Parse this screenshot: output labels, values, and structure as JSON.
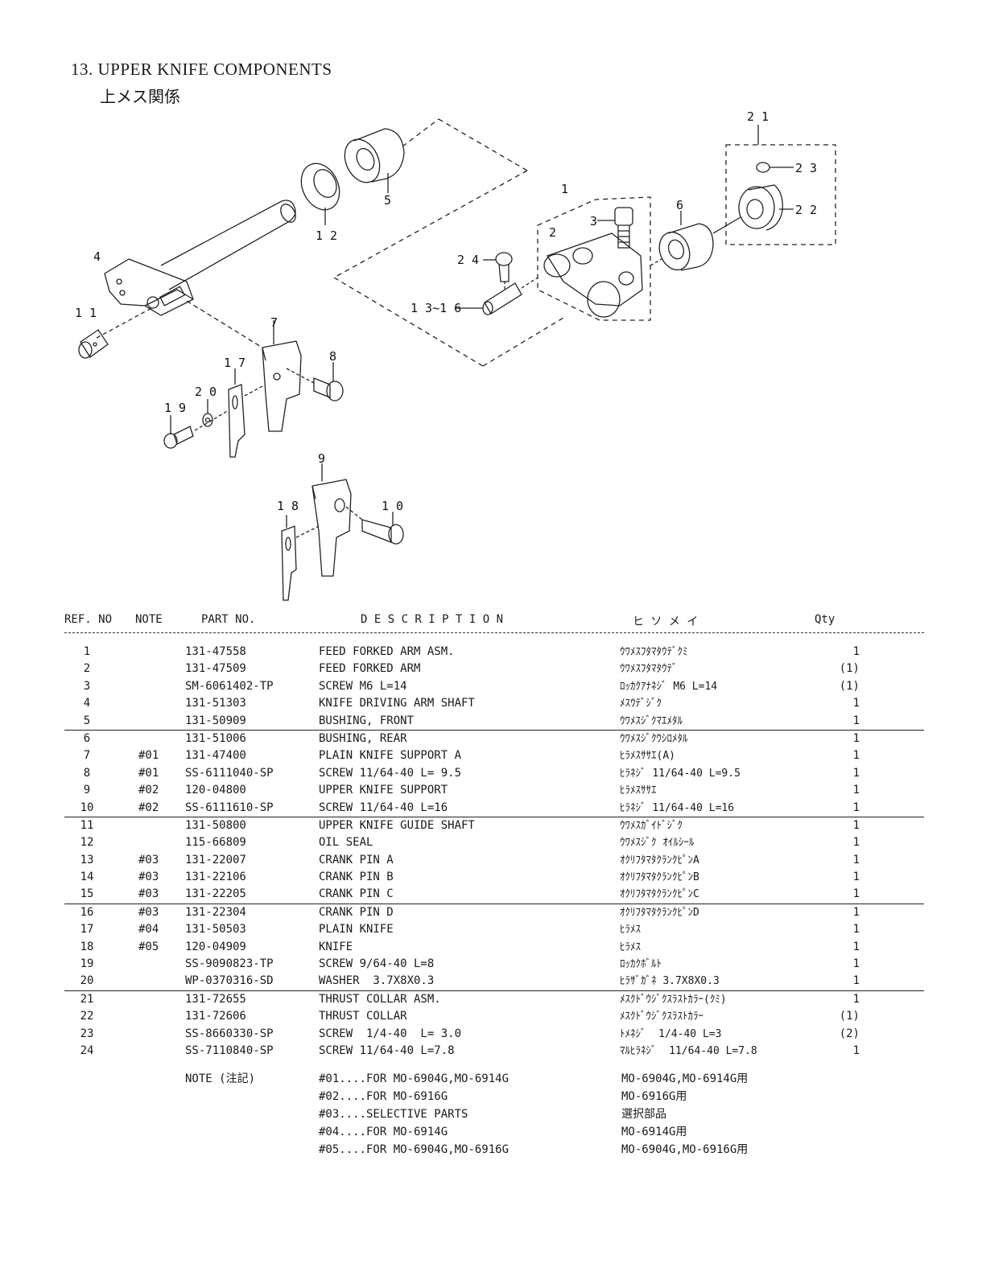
{
  "title": "13. UPPER KNIFE COMPONENTS",
  "subtitle": "上メス関係",
  "callouts": {
    "c1": "1",
    "c2": "2",
    "c3": "3",
    "c4": "4",
    "c5": "5",
    "c6": "6",
    "c7": "7",
    "c8": "8",
    "c9": "9",
    "c10": "1 0",
    "c11": "1 1",
    "c12": "1 2",
    "c1316": "1 3~1 6",
    "c17": "1 7",
    "c18": "1 8",
    "c19": "1 9",
    "c20": "2 0",
    "c21": "2 1",
    "c22": "2 2",
    "c23": "2 3",
    "c24": "2 4"
  },
  "table": {
    "headers": {
      "ref": "REF. NO",
      "note": "NOTE",
      "part": "PART NO.",
      "desc": "D E S C R I P T I O N",
      "kana": "ヒ ソ メ イ",
      "qty": "Qty"
    },
    "rows": [
      {
        "ref": "1",
        "note": "",
        "part": "131-47558",
        "desc": "FEED FORKED ARM ASM.",
        "kana": "ｳﾜﾒｽﾌﾀﾏﾀｳﾃﾞｸﾐ",
        "qty": "1"
      },
      {
        "ref": "2",
        "note": "",
        "part": "131-47509",
        "desc": "FEED FORKED ARM",
        "kana": "ｳﾜﾒｽﾌﾀﾏﾀｳﾃﾞ",
        "qty": "(1)"
      },
      {
        "ref": "3",
        "note": "",
        "part": "SM-6061402-TP",
        "desc": "SCREW M6 L=14",
        "kana": "ﾛｯｶｸｱﾅﾈｼﾞ M6 L=14",
        "qty": "(1)"
      },
      {
        "ref": "4",
        "note": "",
        "part": "131-51303",
        "desc": "KNIFE DRIVING ARM SHAFT",
        "kana": "ﾒｽｳﾃﾞｼﾞｸ",
        "qty": "1"
      },
      {
        "ref": "5",
        "note": "",
        "part": "131-50909",
        "desc": "BUSHING, FRONT",
        "kana": "ｳﾜﾒｽｼﾞｸﾏｴﾒﾀﾙ",
        "qty": "1"
      },
      {
        "ref": "6",
        "note": "",
        "part": "131-51006",
        "desc": "BUSHING, REAR",
        "kana": "ｳﾜﾒｽｼﾞｸｳｼﾛﾒﾀﾙ",
        "qty": "1"
      },
      {
        "ref": "7",
        "note": "#01",
        "part": "131-47400",
        "desc": "PLAIN KNIFE SUPPORT A",
        "kana": "ﾋﾗﾒｽｻｻｴ(A)",
        "qty": "1"
      },
      {
        "ref": "8",
        "note": "#01",
        "part": "SS-6111040-SP",
        "desc": "SCREW 11/64-40 L= 9.5",
        "kana": "ﾋﾗﾈｼﾞ 11/64-40 L=9.5",
        "qty": "1"
      },
      {
        "ref": "9",
        "note": "#02",
        "part": "120-04800",
        "desc": "UPPER KNIFE SUPPORT",
        "kana": "ﾋﾗﾒｽｻｻｴ",
        "qty": "1"
      },
      {
        "ref": "10",
        "note": "#02",
        "part": "SS-6111610-SP",
        "desc": "SCREW 11/64-40 L=16",
        "kana": "ﾋﾗﾈｼﾞ 11/64-40 L=16",
        "qty": "1"
      },
      {
        "ref": "11",
        "note": "",
        "part": "131-50800",
        "desc": "UPPER KNIFE GUIDE SHAFT",
        "kana": "ｳﾜﾒｽｶﾞｲﾄﾞｼﾞｸ",
        "qty": "1"
      },
      {
        "ref": "12",
        "note": "",
        "part": "115-66809",
        "desc": "OIL SEAL",
        "kana": "ｳﾜﾒｽｼﾞｸ ｵｲﾙｼｰﾙ",
        "qty": "1"
      },
      {
        "ref": "13",
        "note": "#03",
        "part": "131-22007",
        "desc": "CRANK PIN A",
        "kana": "ｵｸﾘﾌﾀﾏﾀｸﾗﾝｸﾋﾟﾝA",
        "qty": "1"
      },
      {
        "ref": "14",
        "note": "#03",
        "part": "131-22106",
        "desc": "CRANK PIN B",
        "kana": "ｵｸﾘﾌﾀﾏﾀｸﾗﾝｸﾋﾟﾝB",
        "qty": "1"
      },
      {
        "ref": "15",
        "note": "#03",
        "part": "131-22205",
        "desc": "CRANK PIN C",
        "kana": "ｵｸﾘﾌﾀﾏﾀｸﾗﾝｸﾋﾟﾝC",
        "qty": "1"
      },
      {
        "ref": "16",
        "note": "#03",
        "part": "131-22304",
        "desc": "CRANK PIN D",
        "kana": "ｵｸﾘﾌﾀﾏﾀｸﾗﾝｸﾋﾟﾝD",
        "qty": "1"
      },
      {
        "ref": "17",
        "note": "#04",
        "part": "131-50503",
        "desc": "PLAIN KNIFE",
        "kana": "ﾋﾗﾒｽ",
        "qty": "1"
      },
      {
        "ref": "18",
        "note": "#05",
        "part": "120-04909",
        "desc": "KNIFE",
        "kana": "ﾋﾗﾒｽ",
        "qty": "1"
      },
      {
        "ref": "19",
        "note": "",
        "part": "SS-9090823-TP",
        "desc": "SCREW 9/64-40 L=8",
        "kana": "ﾛｯｶｸﾎﾞﾙﾄ",
        "qty": "1"
      },
      {
        "ref": "20",
        "note": "",
        "part": "WP-0370316-SD",
        "desc": "WASHER  3.7X8X0.3",
        "kana": "ﾋﾗｻﾞｶﾞﾈ 3.7X8X0.3",
        "qty": "1"
      },
      {
        "ref": "21",
        "note": "",
        "part": "131-72655",
        "desc": "THRUST COLLAR ASM.",
        "kana": "ﾒｽｸﾄﾞｳｼﾞｸｽﾗｽﾄｶﾗｰ(ｸﾐ)",
        "qty": "1"
      },
      {
        "ref": "22",
        "note": "",
        "part": "131-72606",
        "desc": "THRUST COLLAR",
        "kana": "ﾒｽｸﾄﾞｳｼﾞｸｽﾗｽﾄｶﾗｰ",
        "qty": "(1)"
      },
      {
        "ref": "23",
        "note": "",
        "part": "SS-8660330-SP",
        "desc": "SCREW  1/4-40  L= 3.0",
        "kana": "ﾄﾒﾈｼﾞ  1/4-40 L=3",
        "qty": "(2)"
      },
      {
        "ref": "24",
        "note": "",
        "part": "SS-7110840-SP",
        "desc": "SCREW 11/64-40 L=7.8",
        "kana": "ﾏﾙﾋﾗﾈｼﾞ  11/64-40 L=7.8",
        "qty": "1"
      }
    ]
  },
  "notes": {
    "label": "NOTE (注記)",
    "items": [
      {
        "en": "#01....FOR MO-6904G,MO-6914G",
        "jp": "MO-6904G,MO-6914G用"
      },
      {
        "en": "#02....FOR MO-6916G",
        "jp": "MO-6916G用"
      },
      {
        "en": "#03....SELECTIVE PARTS",
        "jp": "選択部品"
      },
      {
        "en": "#04....FOR MO-6914G",
        "jp": "MO-6914G用"
      },
      {
        "en": "#05....FOR MO-6904G,MO-6916G",
        "jp": "MO-6904G,MO-6916G用"
      }
    ]
  }
}
